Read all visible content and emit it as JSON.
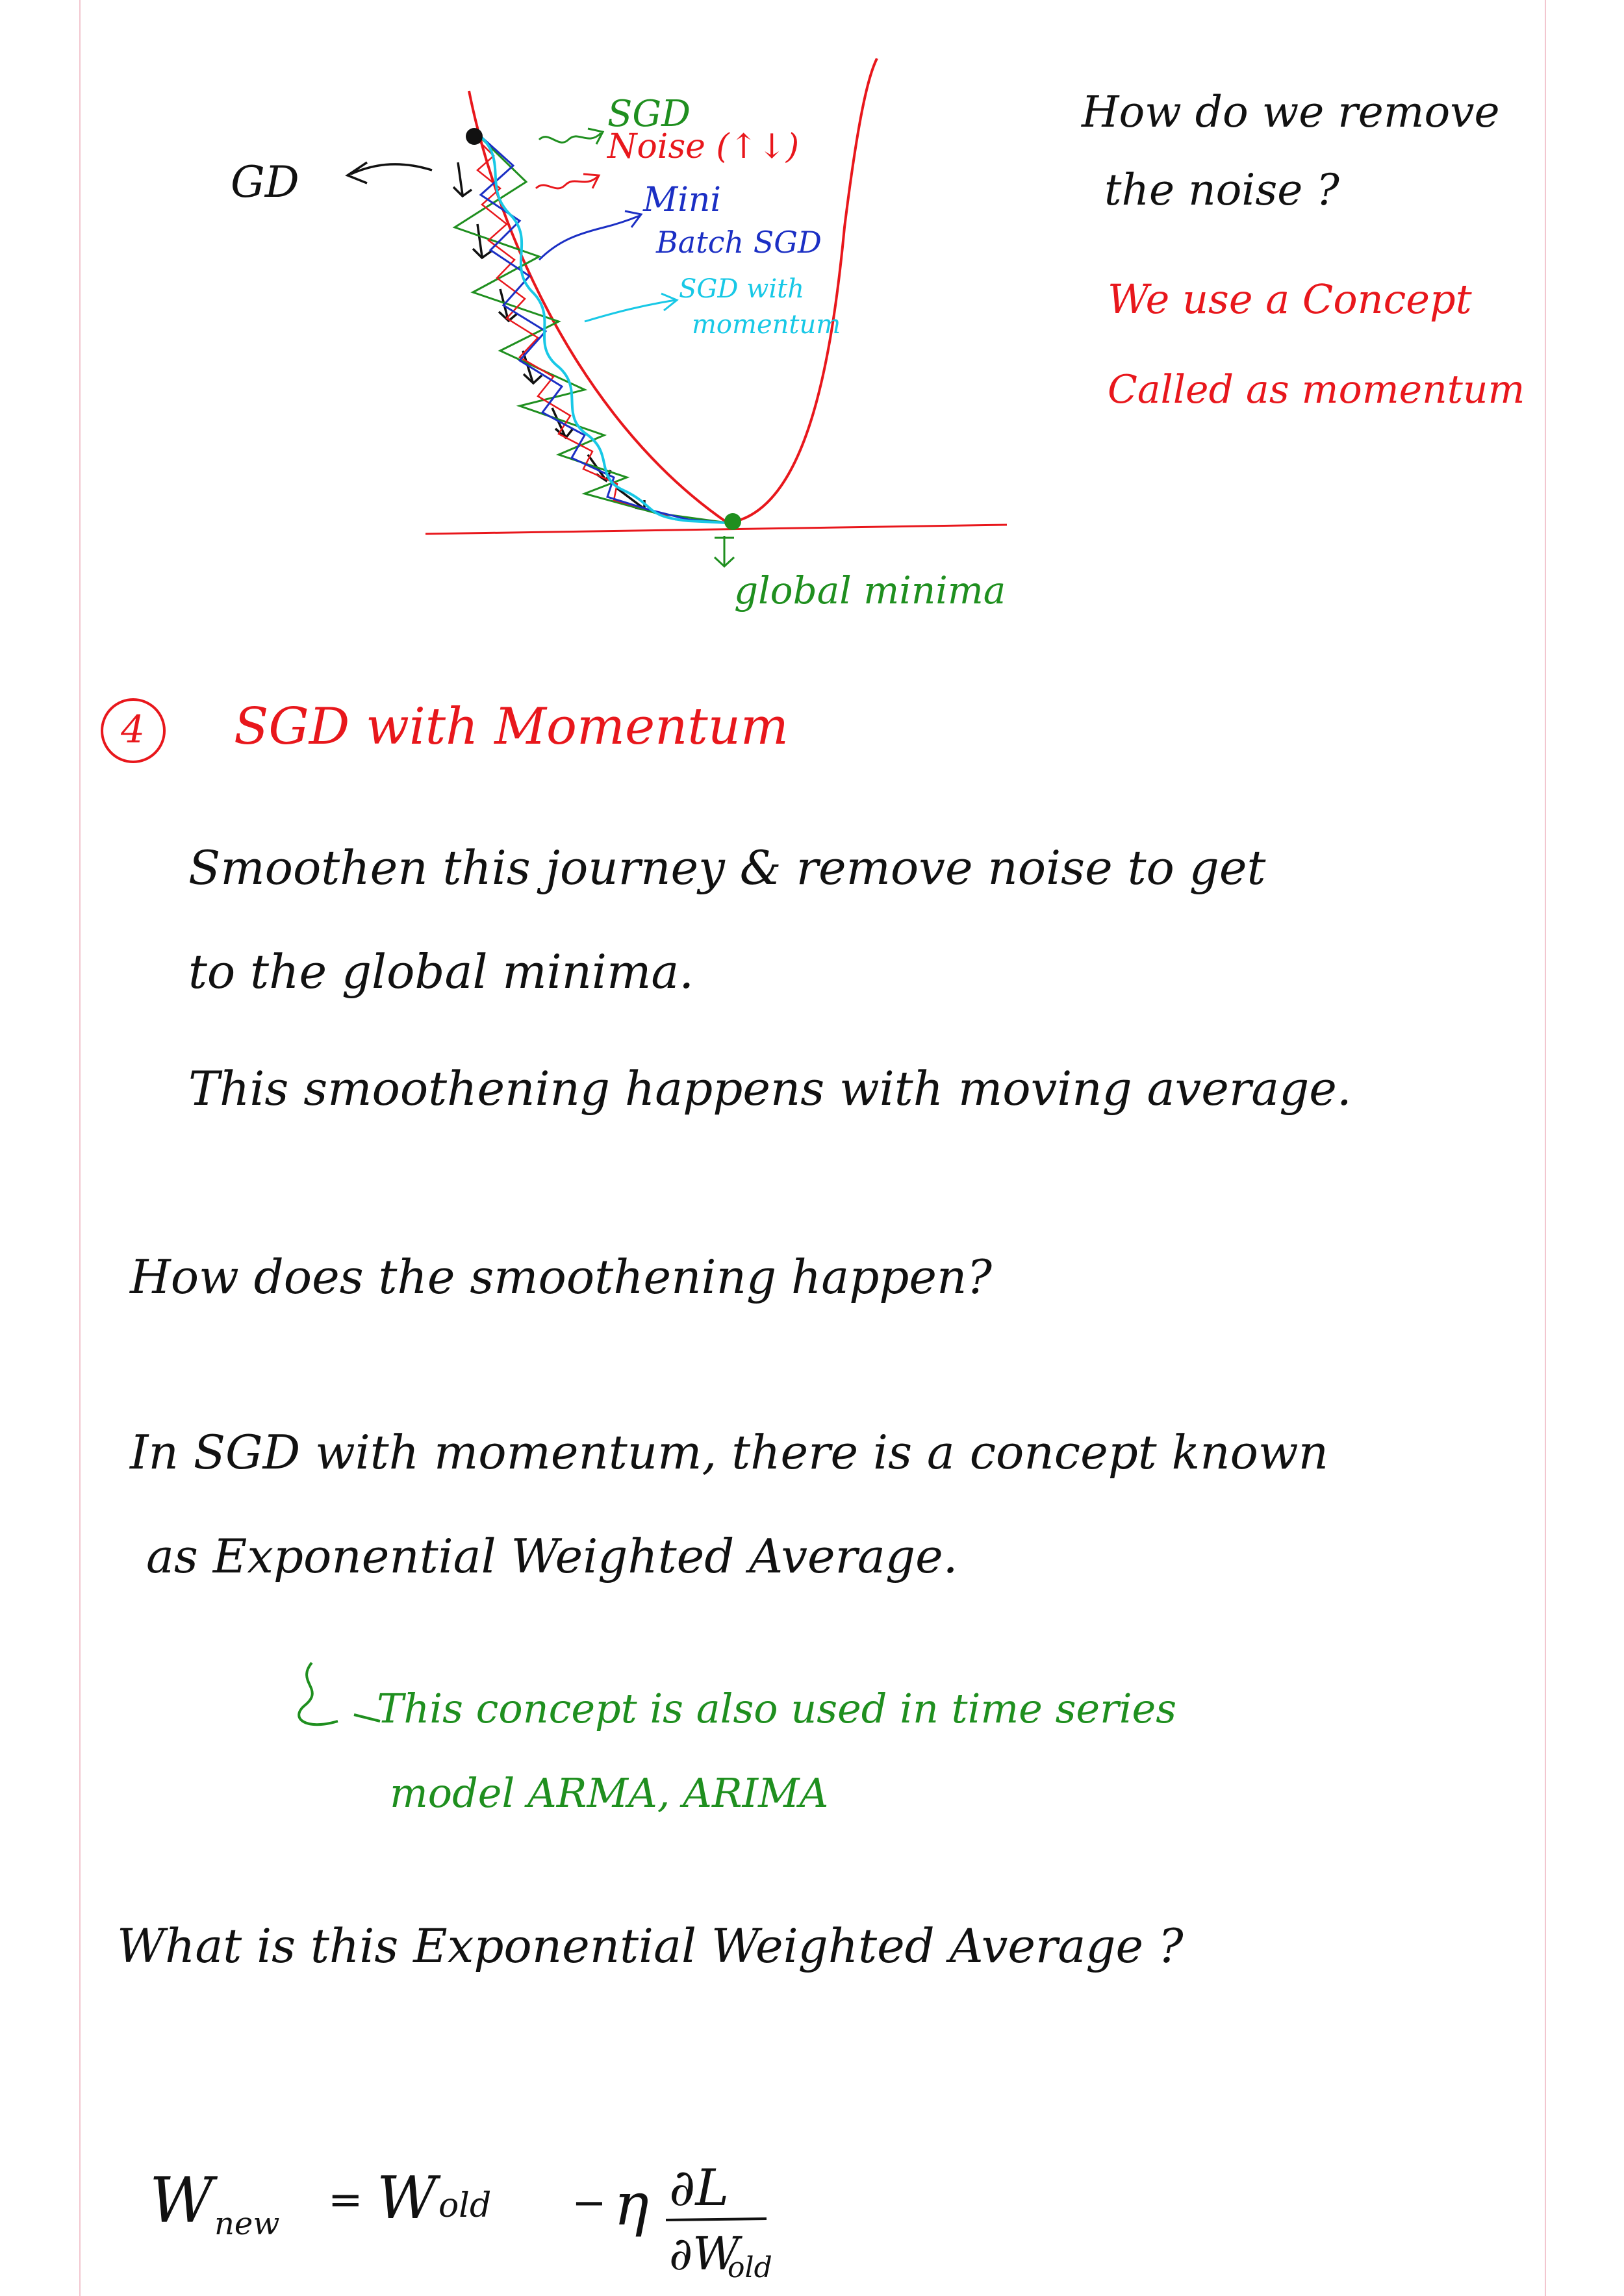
{
  "colors": {
    "ink": "#111111",
    "red": "#e8171c",
    "green": "#1f8f1f",
    "blue": "#1b2fc4",
    "cyan": "#18c8e6",
    "margin_rule": "#f2c6cf"
  },
  "diagram": {
    "gd_label": "GD",
    "sgd_label": "SGD",
    "noise_label": "Noise (↑↓)",
    "minibatch_label_1": "Mini",
    "minibatch_label_2": "Batch SGD",
    "momentum_label_1": "SGD with",
    "momentum_label_2": "momentum",
    "global_minima_label": "global minima"
  },
  "side_note": {
    "question_line1": "How do we remove",
    "question_line2": "the noise ?",
    "answer_line1": "We use a Concept",
    "answer_line2": "Called as momentum"
  },
  "section": {
    "number": "4",
    "title": "SGD with Momentum"
  },
  "body": {
    "line1": "Smoothen this journey & remove noise to get",
    "line2": "to the global minima.",
    "line3": "This smoothening happens with moving average.",
    "line4": "How does the smoothening happen?",
    "line5": "In SGD with momentum, there is a concept known",
    "line6": "as Exponential Weighted Average.",
    "note_line1": "This concept is also used in time series",
    "note_line2": "model ARMA, ARIMA",
    "line7": "What is this Exponential Weighted Average ?"
  },
  "formula": {
    "w": "W",
    "new_sub": "new",
    "equals": "=",
    "w_old": "W",
    "old_sub": "old",
    "minus": "−",
    "eta": "η",
    "numerator": "∂L",
    "denominator": "∂W",
    "denom_sub": "old"
  }
}
